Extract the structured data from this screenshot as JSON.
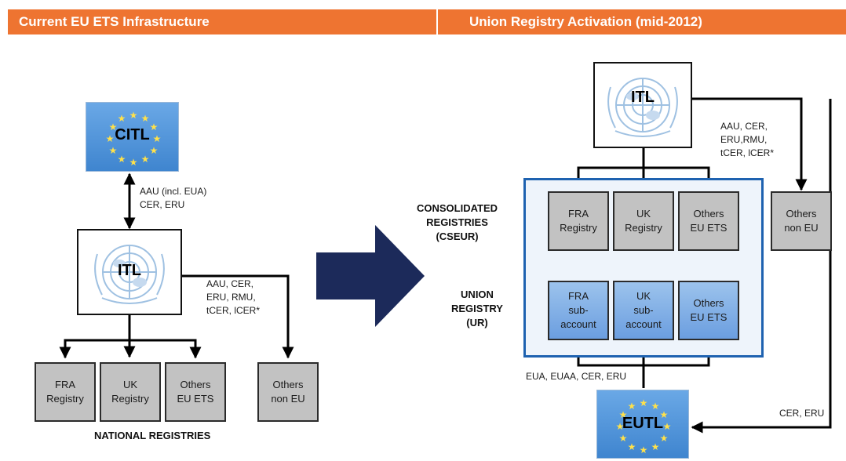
{
  "headers": {
    "left": "Current EU ETS Infrastructure",
    "right": "Union Registry Activation (mid-2012)"
  },
  "left": {
    "citl": "CITL",
    "itl": "ITL",
    "citl_itl_label": [
      "AAU (incl. EUA)",
      "CER, ERU"
    ],
    "itl_others_label": [
      "AAU, CER,",
      "ERU, RMU,",
      "tCER, lCER*"
    ],
    "registries": {
      "fra": [
        "FRA",
        "Registry"
      ],
      "uk": [
        "UK",
        "Registry"
      ],
      "others_eu": [
        "Others",
        "EU ETS"
      ],
      "others_non_eu": [
        "Others",
        "non EU"
      ]
    },
    "national_registries": "NATIONAL REGISTRIES"
  },
  "right": {
    "itl": "ITL",
    "eutl": "EUTL",
    "itl_others_label": [
      "AAU, CER,",
      "ERU,RMU,",
      "tCER, lCER*"
    ],
    "consolidated_label": [
      "CONSOLIDATED",
      "REGISTRIES",
      "(CSEUR)"
    ],
    "union_label": [
      "UNION",
      "REGISTRY",
      "(UR)"
    ],
    "registries": {
      "fra": [
        "FRA",
        "Registry"
      ],
      "uk": [
        "UK",
        "Registry"
      ],
      "others_eu": [
        "Others",
        "EU ETS"
      ],
      "others_non_eu": [
        "Others",
        "non EU"
      ]
    },
    "sub_accounts": {
      "fra": [
        "FRA",
        "sub-",
        "account"
      ],
      "uk": [
        "UK",
        "sub-",
        "account"
      ],
      "others_eu": [
        "Others",
        "EU ETS"
      ]
    },
    "eutl_ur_label": "EUA, EUAA, CER, ERU",
    "eutl_itl_label": "CER, ERU"
  },
  "colors": {
    "header_orange": "#ee7431",
    "eu_blue": "#4a8fd6",
    "frame_blue": "#1e62b0",
    "navy_arrow": "#1c2a5a",
    "gray_box": "#c2c2c2",
    "sub_account_blue": "#7fb0e6"
  }
}
